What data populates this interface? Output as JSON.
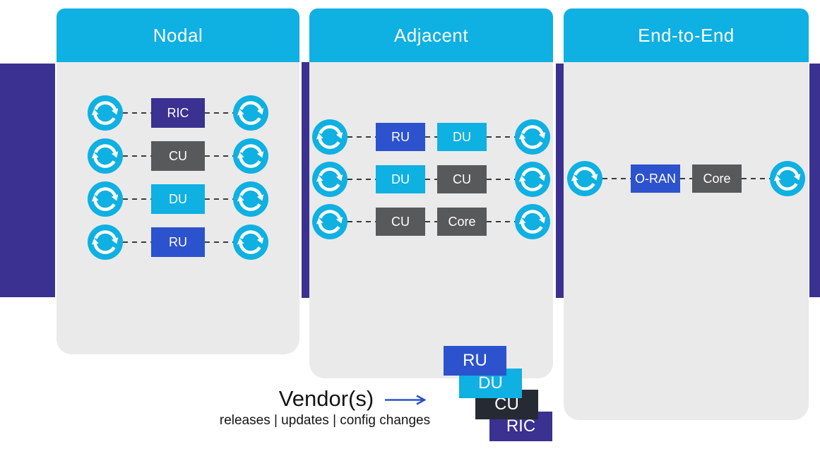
{
  "colors": {
    "cyan": "#0fb0e2",
    "blue": "#2c52ce",
    "dark_gray": "#58595b",
    "indigo": "#3a3191",
    "charcoal": "#262b33",
    "panel_bg": "#eaeaeb",
    "band_indigo": "#3a3191",
    "connector_dash": "#3b3b3b",
    "arrow_blue": "#2b52cc",
    "header_text": "#ffffff"
  },
  "panels": [
    {
      "title": "Nodal",
      "rows": [
        {
          "boxes": [
            {
              "label": "RIC",
              "color": "indigo"
            }
          ]
        },
        {
          "boxes": [
            {
              "label": "CU",
              "color": "dark_gray"
            }
          ]
        },
        {
          "boxes": [
            {
              "label": "DU",
              "color": "cyan"
            }
          ]
        },
        {
          "boxes": [
            {
              "label": "RU",
              "color": "blue"
            }
          ]
        }
      ]
    },
    {
      "title": "Adjacent",
      "rows": [
        {
          "boxes": [
            {
              "label": "RU",
              "color": "blue"
            },
            {
              "label": "DU",
              "color": "cyan"
            }
          ]
        },
        {
          "boxes": [
            {
              "label": "DU",
              "color": "cyan"
            },
            {
              "label": "CU",
              "color": "dark_gray"
            }
          ]
        },
        {
          "boxes": [
            {
              "label": "CU",
              "color": "dark_gray"
            },
            {
              "label": "Core",
              "color": "dark_gray"
            }
          ]
        }
      ]
    },
    {
      "title": "End-to-End",
      "rows": [
        {
          "boxes": [
            {
              "label": "O-RAN",
              "color": "blue"
            },
            {
              "label": "Core",
              "color": "dark_gray"
            }
          ]
        }
      ]
    }
  ],
  "legend": {
    "title": "Vendor(s)",
    "subtitle": "releases | updates | config changes",
    "stack": [
      {
        "label": "RU",
        "color": "blue"
      },
      {
        "label": "DU",
        "color": "cyan"
      },
      {
        "label": "CU",
        "color": "charcoal"
      },
      {
        "label": "RIC",
        "color": "indigo"
      }
    ]
  },
  "icons": {
    "sync": "sync-icon",
    "arrow": "right-arrow-icon"
  }
}
